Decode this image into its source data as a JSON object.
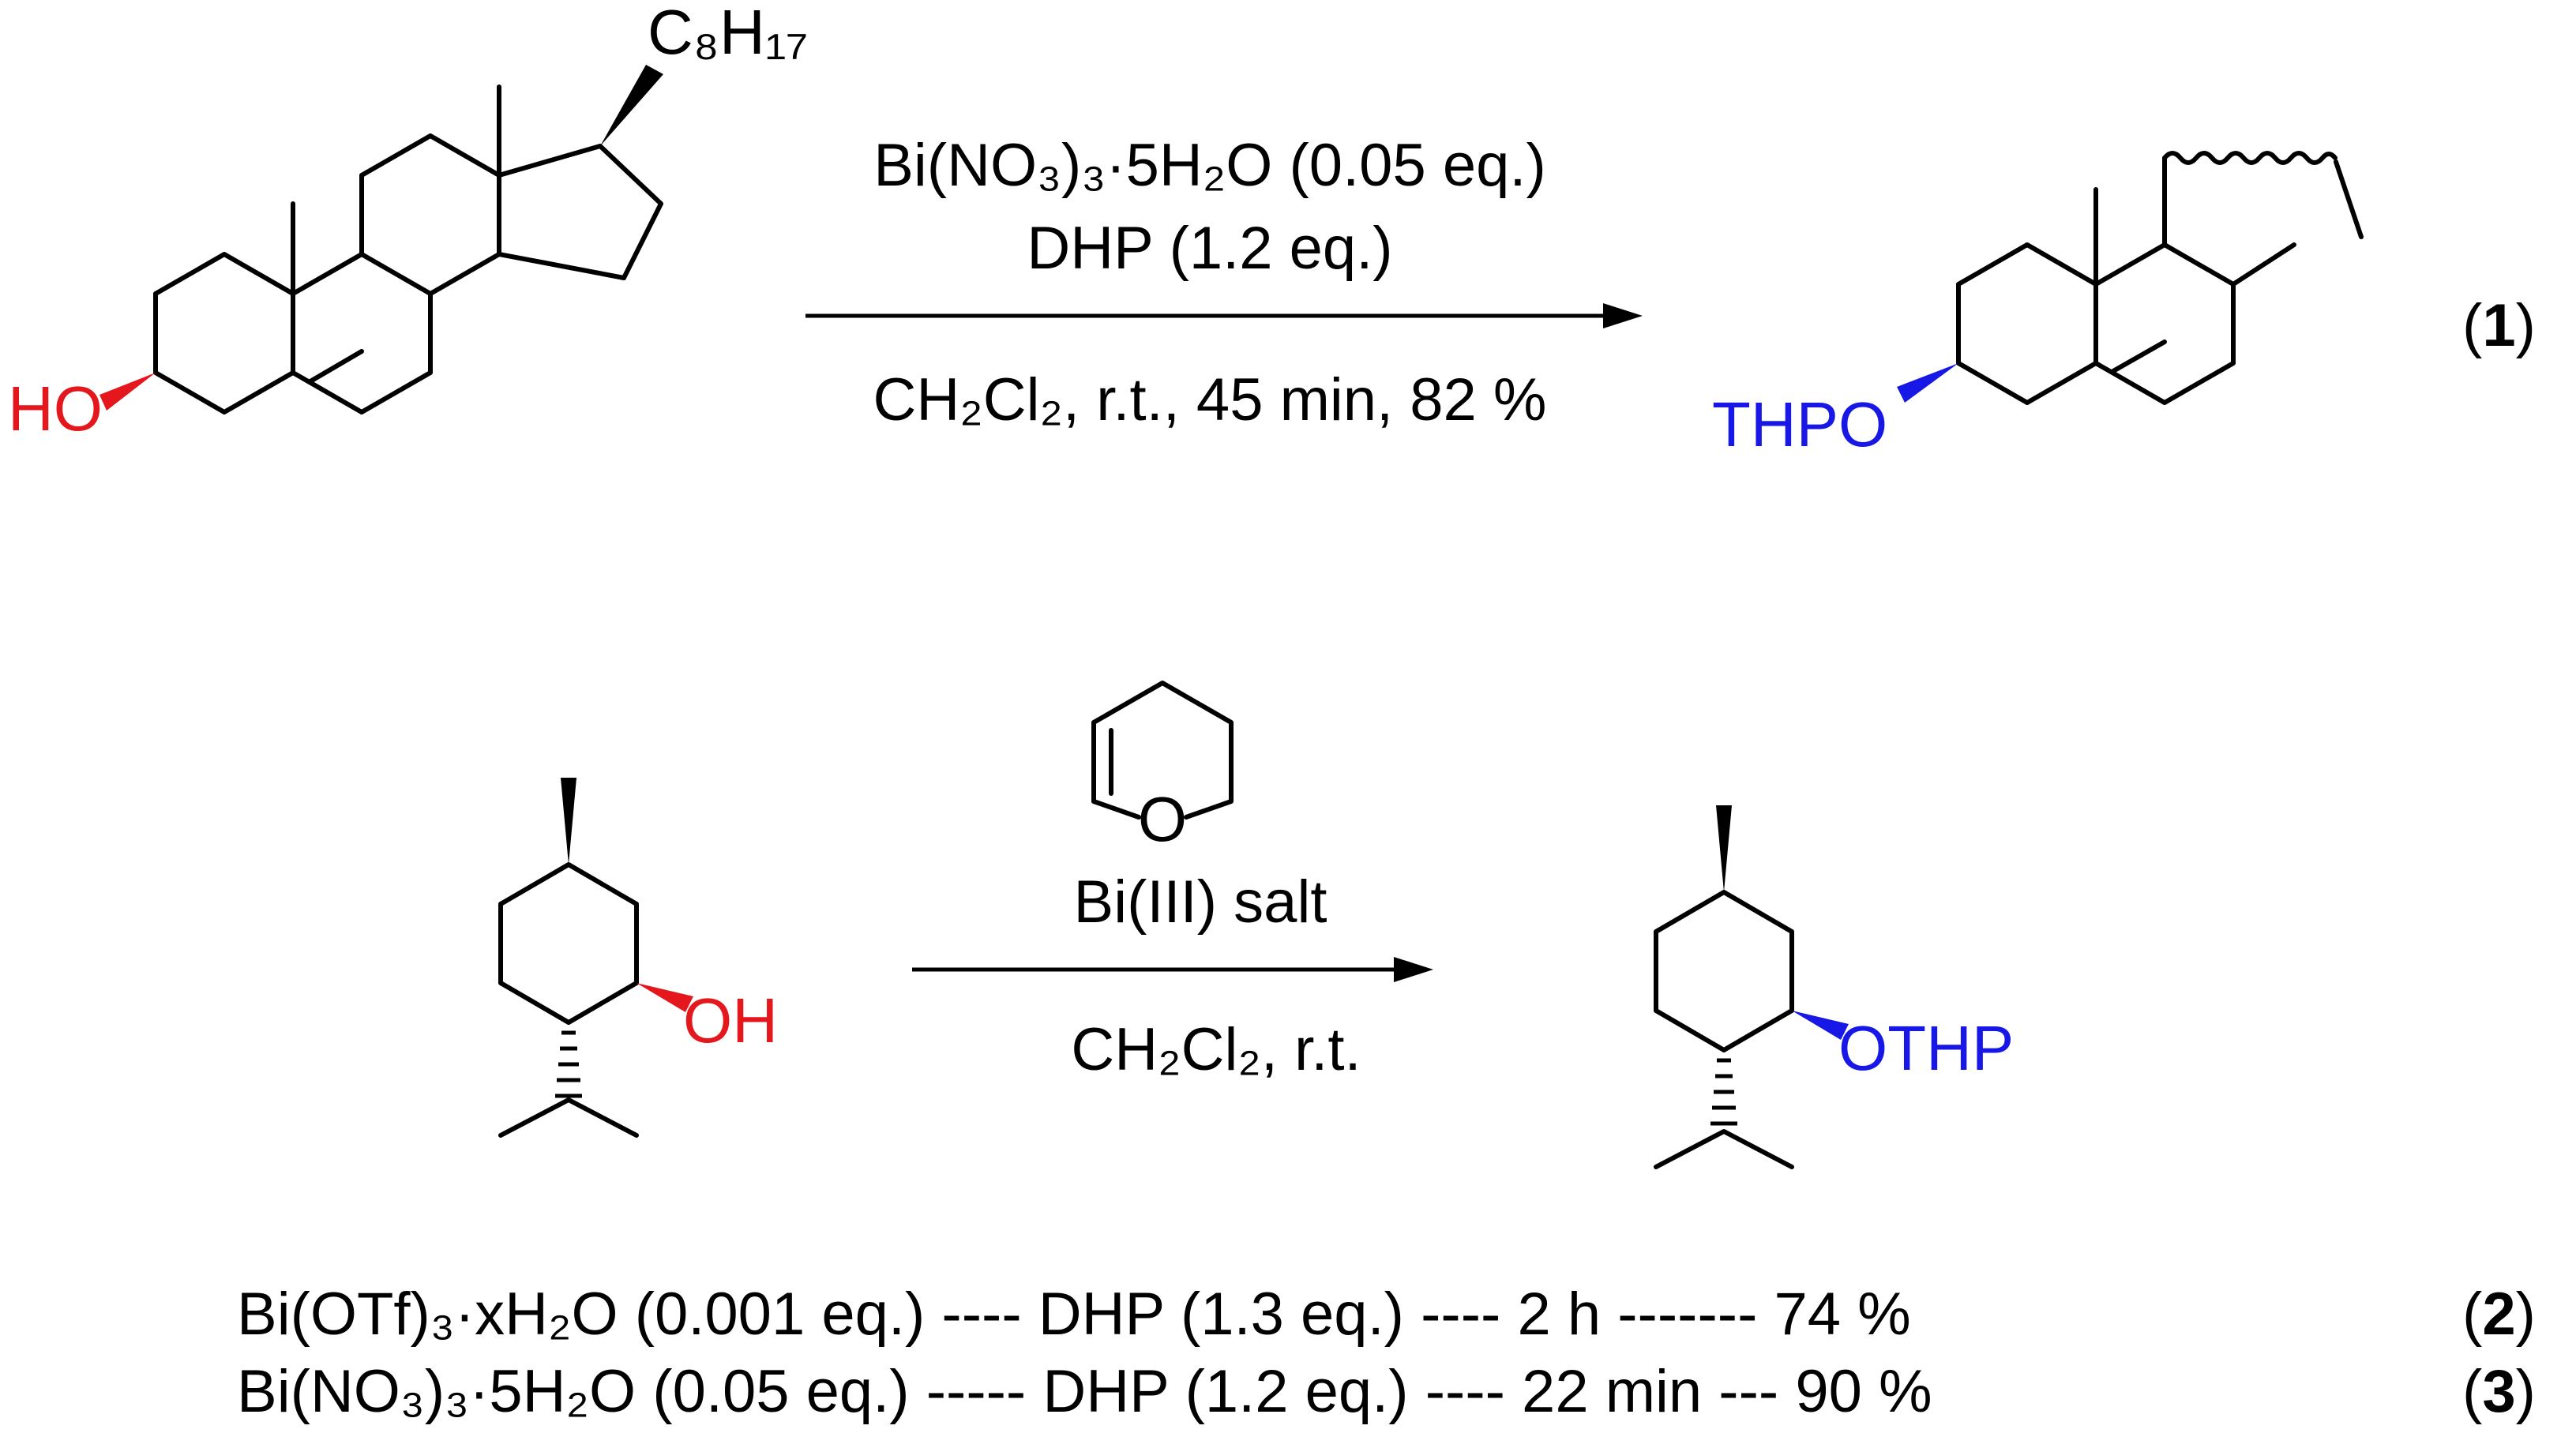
{
  "reaction1": {
    "reagent_lines": [
      "Bi(NO₃)₃·5H₂O (0.05 eq.)",
      "DHP (1.2 eq.)"
    ],
    "conditions": "CH₂Cl₂, r.t., 45 min, 82 %",
    "sidechain_label": "C₈H₁₇",
    "hydroxyl_label": "HO",
    "product_label": "THPO",
    "equation_number": "1",
    "colors": {
      "hydroxyl": "#e3171c",
      "thp": "#1818e6"
    }
  },
  "reaction2": {
    "catalyst": "Bi(III) salt",
    "dhp_ring_atom": "O",
    "conditions": "CH₂Cl₂, r.t.",
    "hydroxyl_label": "OH",
    "product_label": "OTHP"
  },
  "entries": [
    {
      "text": "Bi(OTf)₃·xH₂O (0.001 eq.) ---- DHP (1.3 eq.) ---- 2 h ------- 74 %",
      "number": "2"
    },
    {
      "text": "Bi(NO₃)₃·5H₂O (0.05 eq.) ----- DHP (1.2 eq.) ---- 22 min --- 90 %",
      "number": "3"
    }
  ]
}
